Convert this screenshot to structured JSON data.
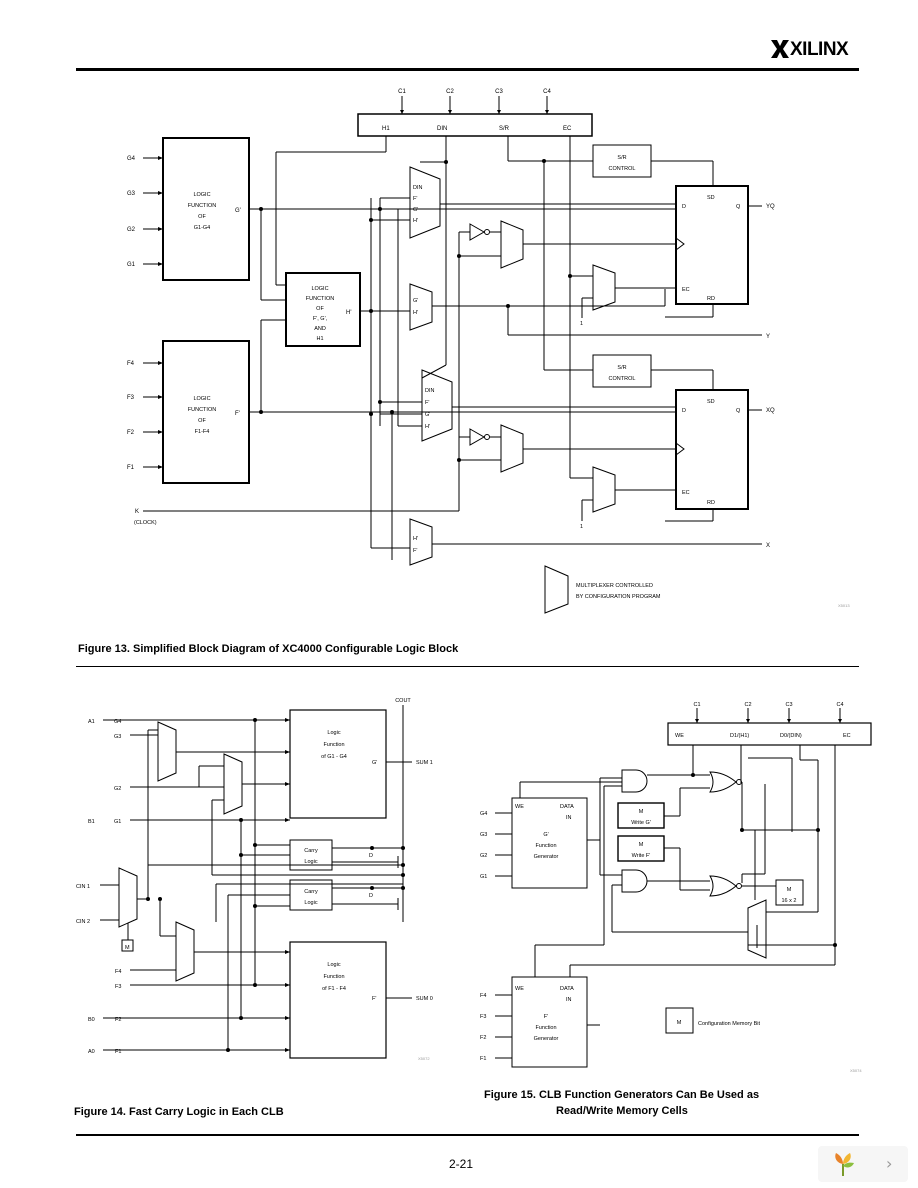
{
  "header": {
    "brand": "XILINX"
  },
  "figure13": {
    "caption": "Figure 13. Simplified Block Diagram of XC4000 Configurable Logic Block",
    "inputs_top": [
      "C1",
      "C2",
      "C3",
      "C4"
    ],
    "mux_bar": [
      "H1",
      "DIN",
      "S/R",
      "EC"
    ],
    "g_inputs": [
      "G4",
      "G3",
      "G2",
      "G1"
    ],
    "f_inputs": [
      "F4",
      "F3",
      "F2",
      "F1"
    ],
    "g_block": [
      "LOGIC",
      "FUNCTION",
      "OF",
      "G1-G4"
    ],
    "f_block": [
      "LOGIC",
      "FUNCTION",
      "OF",
      "F1-F4"
    ],
    "h_block": [
      "LOGIC",
      "FUNCTION",
      "OF",
      "F', G',",
      "AND",
      "H1"
    ],
    "g_out": "G'",
    "f_out": "F'",
    "h_out": "H'",
    "sr_control": [
      "S/R",
      "CONTROL"
    ],
    "ff_labels": {
      "sd": "SD",
      "d": "D",
      "q": "Q",
      "ec": "EC",
      "rd": "RD"
    },
    "mux_din": [
      "DIN",
      "F'",
      "G'",
      "H'"
    ],
    "mux_gh": [
      "G'",
      "H'"
    ],
    "mux_fh": [
      "H'",
      "F'"
    ],
    "outputs": [
      "YQ",
      "Y",
      "XQ",
      "X"
    ],
    "k_input": "K",
    "k_note": "(CLOCK)",
    "one": "1",
    "legend": [
      "MULTIPLEXER CONTROLLED",
      "BY CONFIGURATION PROGRAM"
    ],
    "code": "X5013"
  },
  "figure14": {
    "caption": "Figure 14. Fast Carry Logic in Each CLB",
    "cout": "COUT",
    "top_inputs": [
      "A1",
      "G4",
      "G3",
      "G2",
      "B1",
      "G1"
    ],
    "cin": [
      "CIN 1",
      "CIN 2"
    ],
    "bottom_inputs": [
      "F4",
      "F3",
      "B0",
      "F2",
      "A0",
      "F1"
    ],
    "g_block": [
      "Logic",
      "Function",
      "of G1 - G4"
    ],
    "f_block": [
      "Logic",
      "Function",
      "of F1 - F4"
    ],
    "g_out": "G'",
    "f_out": "F'",
    "carry": [
      "Carry",
      "Logic"
    ],
    "d_label": "D",
    "m_label": "M",
    "sum1": "SUM 1",
    "sum0": "SUM 0",
    "code": "X5072"
  },
  "figure15": {
    "caption_line1": "Figure 15. CLB Function Generators Can Be Used as",
    "caption_line2": "Read/Write Memory Cells",
    "inputs_top": [
      "C1",
      "C2",
      "C3",
      "C4"
    ],
    "bar": [
      "WE",
      "D1/(H1)",
      "D0/(DIN)",
      "EC"
    ],
    "g_inputs": [
      "G4",
      "G3",
      "G2",
      "G1"
    ],
    "f_inputs": [
      "F4",
      "F3",
      "F2",
      "F1"
    ],
    "g_gen": [
      "G'",
      "Function",
      "Generator"
    ],
    "f_gen": [
      "F'",
      "Function",
      "Generator"
    ],
    "we": "WE",
    "data": "DATA",
    "in": "IN",
    "m": "M",
    "write_g": "Write G'",
    "write_f": "Write F'",
    "m16": "16 x 2",
    "legend": "Configuration Memory Bit",
    "code": "X5074"
  },
  "footer": {
    "page_number": "2-21"
  }
}
